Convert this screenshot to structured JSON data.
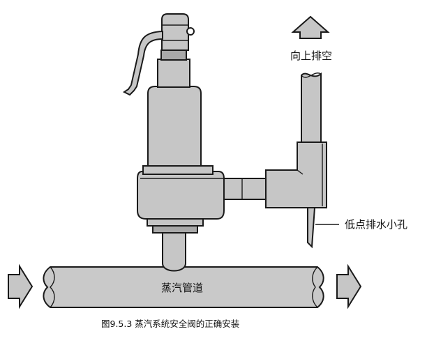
{
  "labels": {
    "vent_up": "向上排空",
    "drain_hole": "低点排水小孔",
    "steam_pipe": "蒸汽管道"
  },
  "caption": "图9.5.3  蒸汽系统安全阀的正确安装",
  "colors": {
    "metal": "#c6c6c6",
    "outline": "#1a1a1a"
  }
}
